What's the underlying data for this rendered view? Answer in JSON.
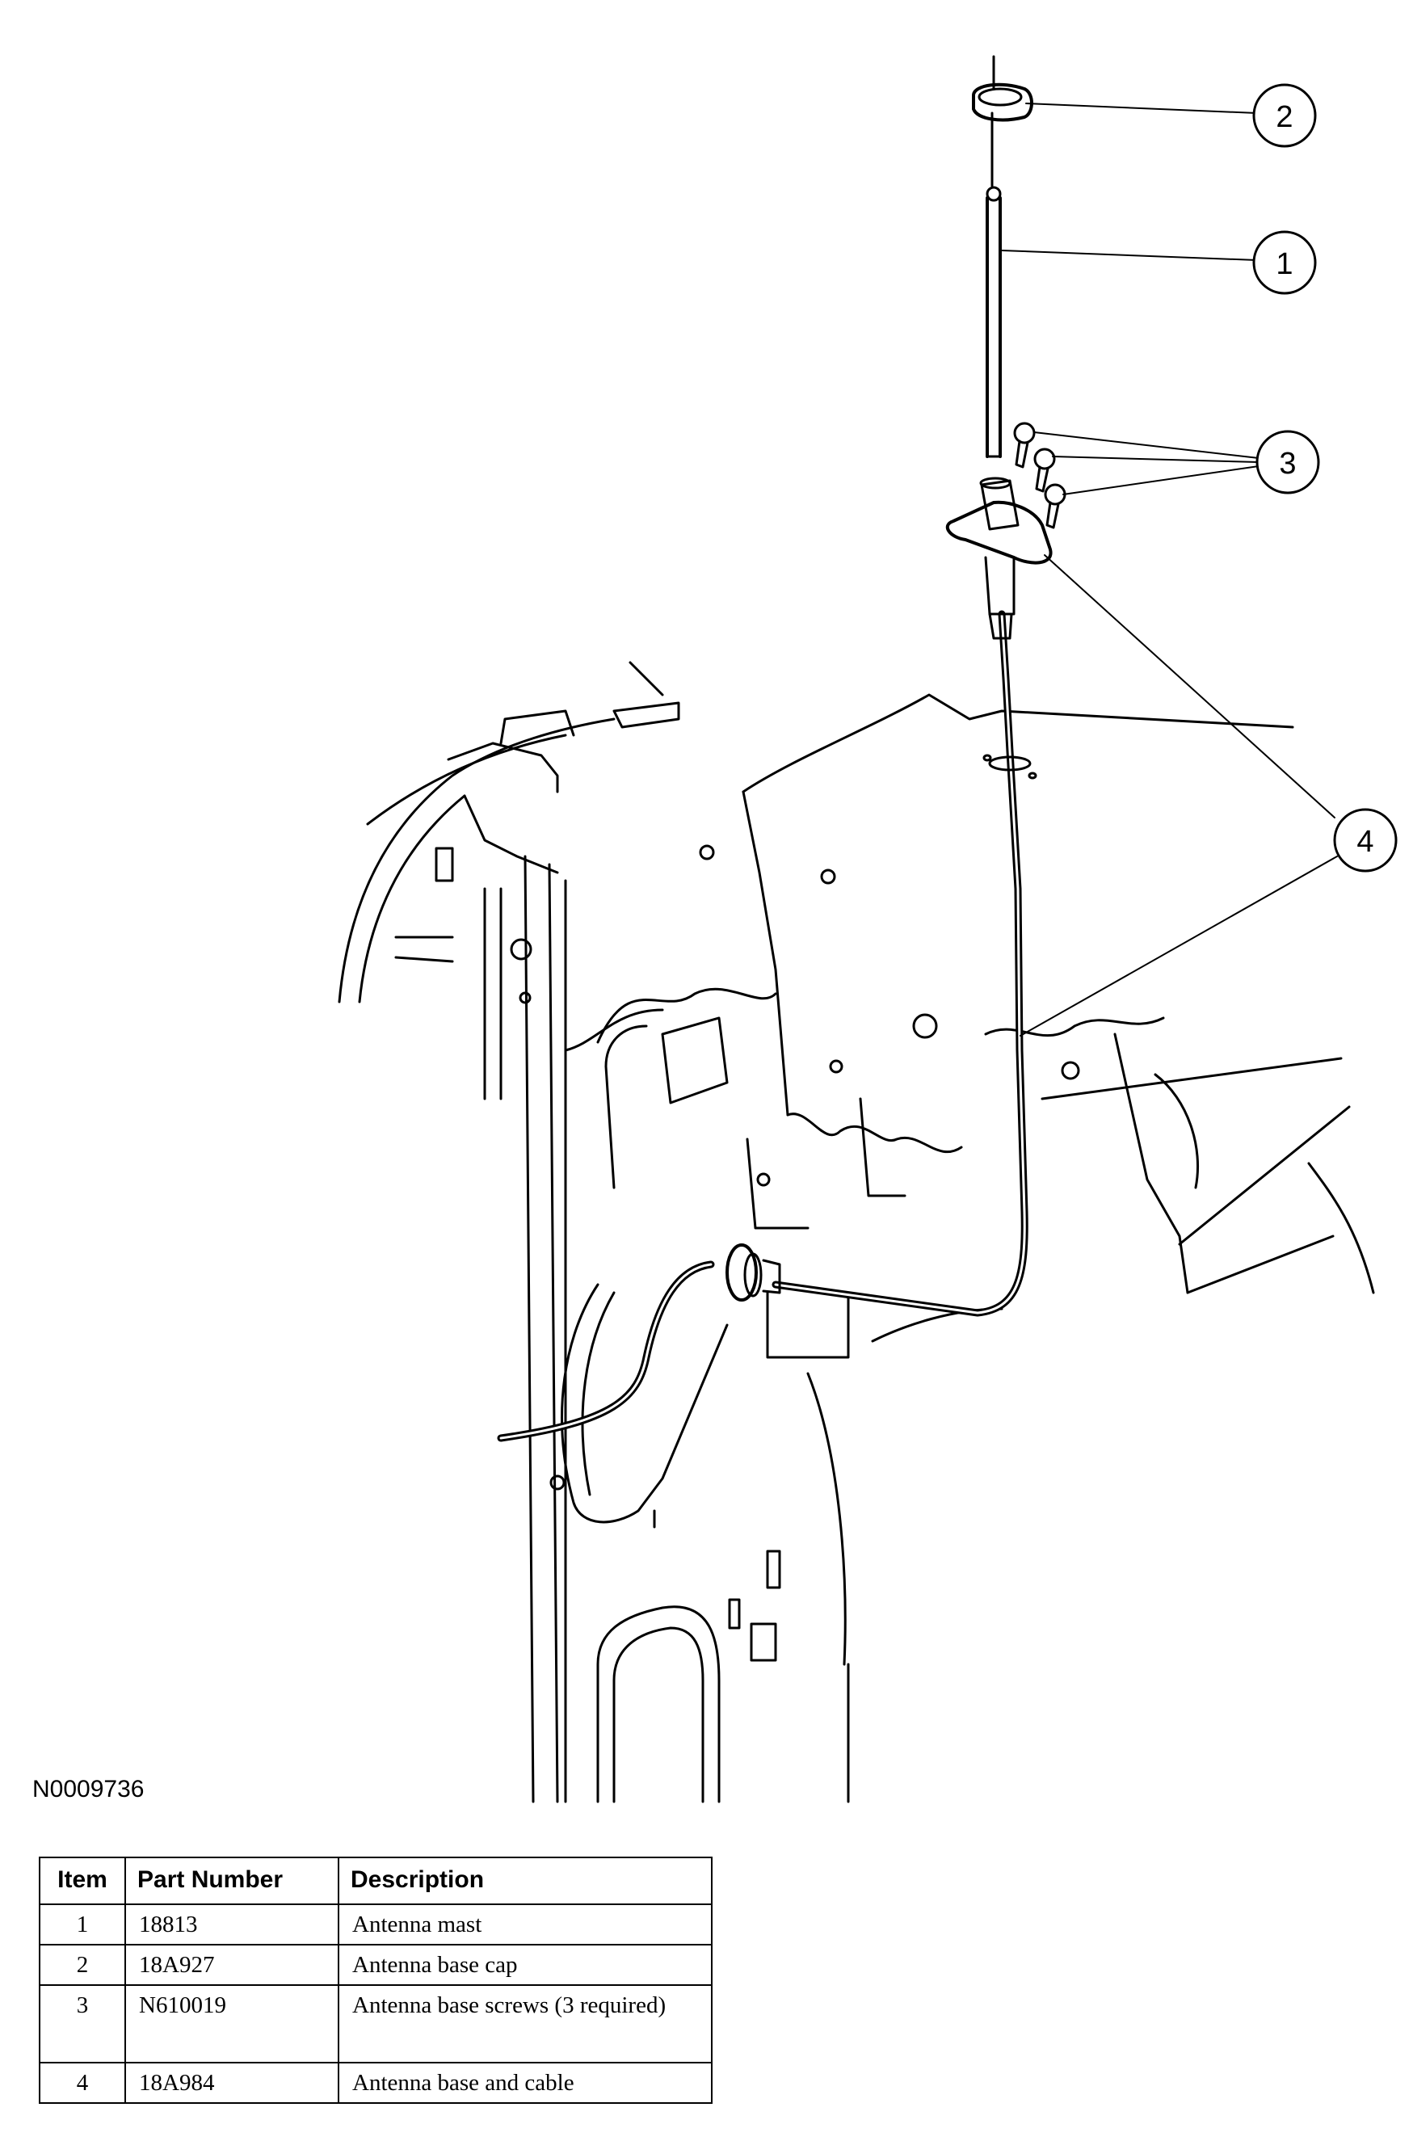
{
  "figure": {
    "id": "N0009736",
    "callouts": [
      {
        "label": "1"
      },
      {
        "label": "2"
      },
      {
        "label": "3"
      },
      {
        "label": "4"
      }
    ]
  },
  "parts_table": {
    "headers": [
      "Item",
      "Part Number",
      "Description"
    ],
    "rows": [
      {
        "item": "1",
        "part_number": "18813",
        "description": "Antenna mast"
      },
      {
        "item": "2",
        "part_number": "18A927",
        "description": "Antenna base cap"
      },
      {
        "item": "3",
        "part_number": "N610019",
        "description": "Antenna base screws (3 required)"
      },
      {
        "item": "4",
        "part_number": "18A984",
        "description": "Antenna base and cable"
      }
    ]
  }
}
